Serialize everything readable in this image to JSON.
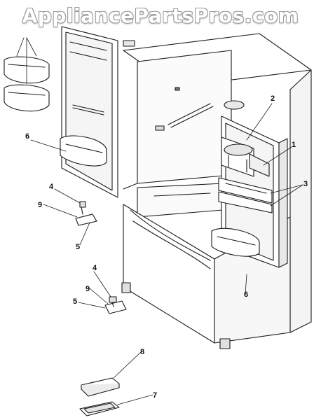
{
  "watermark": "AppliancePartsPros.com",
  "callouts": {
    "c1": "1",
    "c2": "2",
    "c3": "3",
    "c4a": "4",
    "c4b": "4",
    "c5a": "5",
    "c5b": "5",
    "c6a": "6",
    "c6b": "6",
    "c7": "7",
    "c8": "8",
    "c9a": "9",
    "c9b": "9"
  }
}
